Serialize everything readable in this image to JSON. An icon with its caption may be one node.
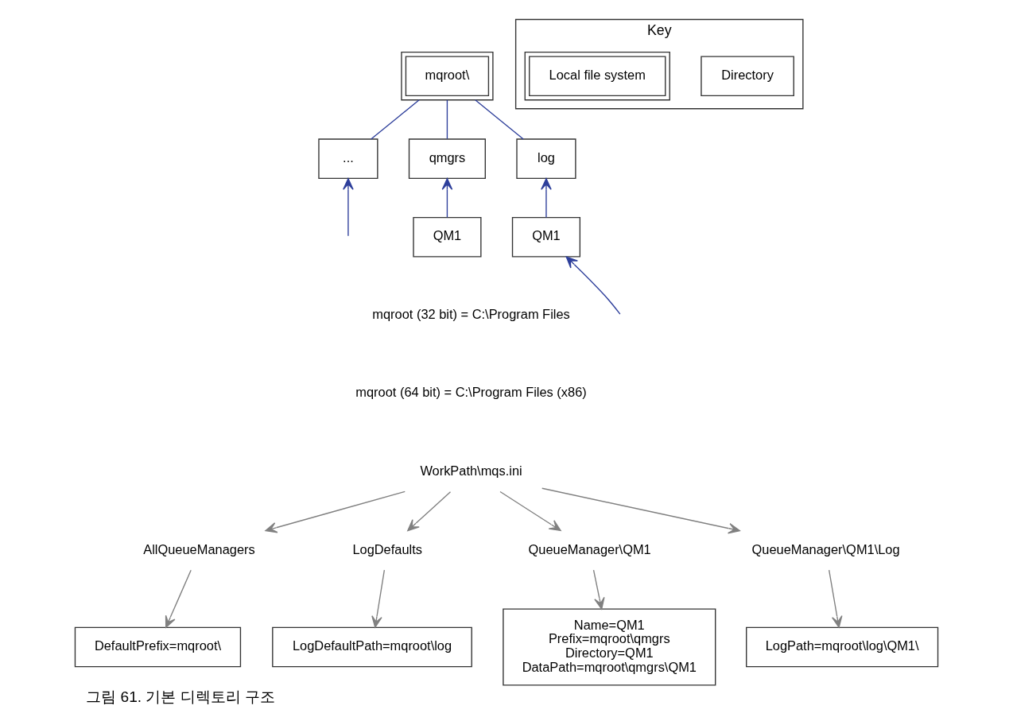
{
  "diagram": {
    "caption": "그림 61. 기본 디렉토리 구조",
    "nodes": [
      {
        "text": [
          "mqroot\\"
        ]
      },
      {
        "text": [
          "..."
        ]
      },
      {
        "text": [
          "qmgrs"
        ]
      },
      {
        "text": [
          "log"
        ]
      },
      {
        "text": [
          "QM1"
        ]
      },
      {
        "text": [
          "QM1"
        ]
      },
      {
        "text": [
          "Key"
        ]
      },
      {
        "text": [
          "Directory"
        ],
        "in": 6
      },
      {
        "text": [
          "Local file system"
        ],
        "in": 6
      },
      {
        "text": [
          "WorkPath\\mqs.ini"
        ]
      },
      {
        "text": [
          "AllQueueManagers"
        ]
      },
      {
        "text": [
          "LogDefaults"
        ]
      },
      {
        "text": [
          "QueueManager\\QM1"
        ]
      },
      {
        "text": [
          "QueueManager\\QM1\\Log"
        ]
      },
      {
        "text": [
          "DefaultPrefix=mqroot\\"
        ]
      },
      {
        "text": [
          "LogDefaultPath=mqroot\\log"
        ]
      },
      {
        "text": [
          "Name=QM1",
          "Prefix=mqroot\\qmgrs",
          "Directory=QM1",
          "DataPath=mqroot\\qmgrs\\QM1"
        ]
      },
      {
        "text": [
          "LogPath=mqroot\\log\\QM1\\"
        ]
      }
    ],
    "edges": [
      {
        "from": 0,
        "to": 1,
        "arrow": "none",
        "color": "#2e3f9b"
      },
      {
        "from": 0,
        "to": 2,
        "arrow": "none",
        "color": "#2e3f9b"
      },
      {
        "from": 0,
        "to": 3,
        "arrow": "none",
        "color": "#2e3f9b"
      },
      {
        "from": null,
        "to": 1,
        "arrow": "to",
        "color": "#2e3f9b"
      },
      {
        "from": 4,
        "to": 2,
        "arrow": "to",
        "color": "#2e3f9b"
      },
      {
        "from": 5,
        "to": 3,
        "arrow": "to",
        "color": "#2e3f9b"
      },
      {
        "from": null,
        "to": 5,
        "arrow": "to",
        "color": "#2e3f9b"
      },
      {
        "from": 9,
        "to": 10,
        "arrow": "to"
      },
      {
        "from": 9,
        "to": 11,
        "arrow": "to"
      },
      {
        "from": 9,
        "to": 12,
        "arrow": "to"
      },
      {
        "from": 9,
        "to": 13,
        "arrow": "to"
      },
      {
        "from": 10,
        "to": 14,
        "arrow": "to"
      },
      {
        "from": 11,
        "to": 15,
        "arrow": "to"
      },
      {
        "from": 12,
        "to": 16,
        "arrow": "to"
      },
      {
        "from": 13,
        "to": 17,
        "arrow": "to"
      }
    ],
    "labels": [
      "mqroot (32 bit) = C:\\Program Files",
      "mqroot (64 bit) = C:\\Program Files (x86)"
    ]
  }
}
